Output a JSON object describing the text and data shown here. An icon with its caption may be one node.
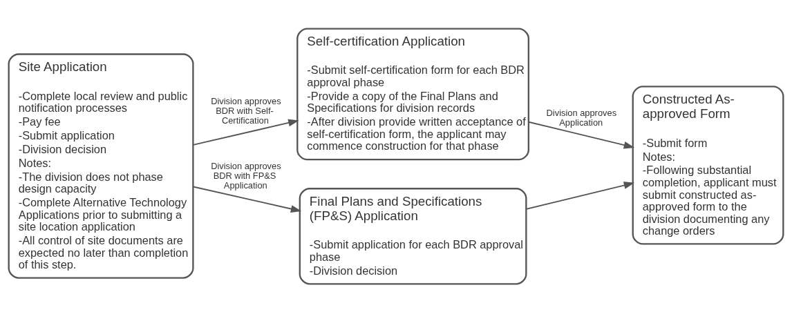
{
  "diagram": {
    "nodes": [
      {
        "text": [
          "Site Application",
          "-Complete local review and public notification processes",
          "-Pay fee",
          "-Submit application",
          "-Division decision",
          "Notes:",
          "-The division does not phase design capacity",
          "-Complete Alternative Technology Applications prior to submitting a site location application",
          "-All control of site documents are expected no later than completion of this step."
        ]
      },
      {
        "text": [
          "Self-certification Application",
          "-Submit self-certification form for each BDR approval phase",
          "-Provide a copy of the Final Plans and Specifications for division records",
          "-After division provide written acceptance of self-certification form, the applicant may commence construction for that phase"
        ]
      },
      {
        "text": [
          "Final Plans and Specifications (FP&S) Application",
          "-Submit application for each BDR approval phase",
          "-Division decision"
        ]
      },
      {
        "text": [
          "Constructed As-approved Form",
          "-Submit form",
          "Notes:",
          "-Following substantial completion, applicant must submit constructed as-approved form to the division documenting any change orders"
        ]
      }
    ],
    "edges": [
      {
        "from": 0,
        "to": 1,
        "arrow": "to",
        "label": "Division approves BDR with Self-Certification"
      },
      {
        "from": 0,
        "to": 2,
        "arrow": "to",
        "label": "Division approves BDR with FP&S Application"
      },
      {
        "from": 1,
        "to": 3,
        "arrow": "to",
        "label": "Division approves Application"
      },
      {
        "from": 2,
        "to": 3,
        "arrow": "to"
      }
    ]
  }
}
